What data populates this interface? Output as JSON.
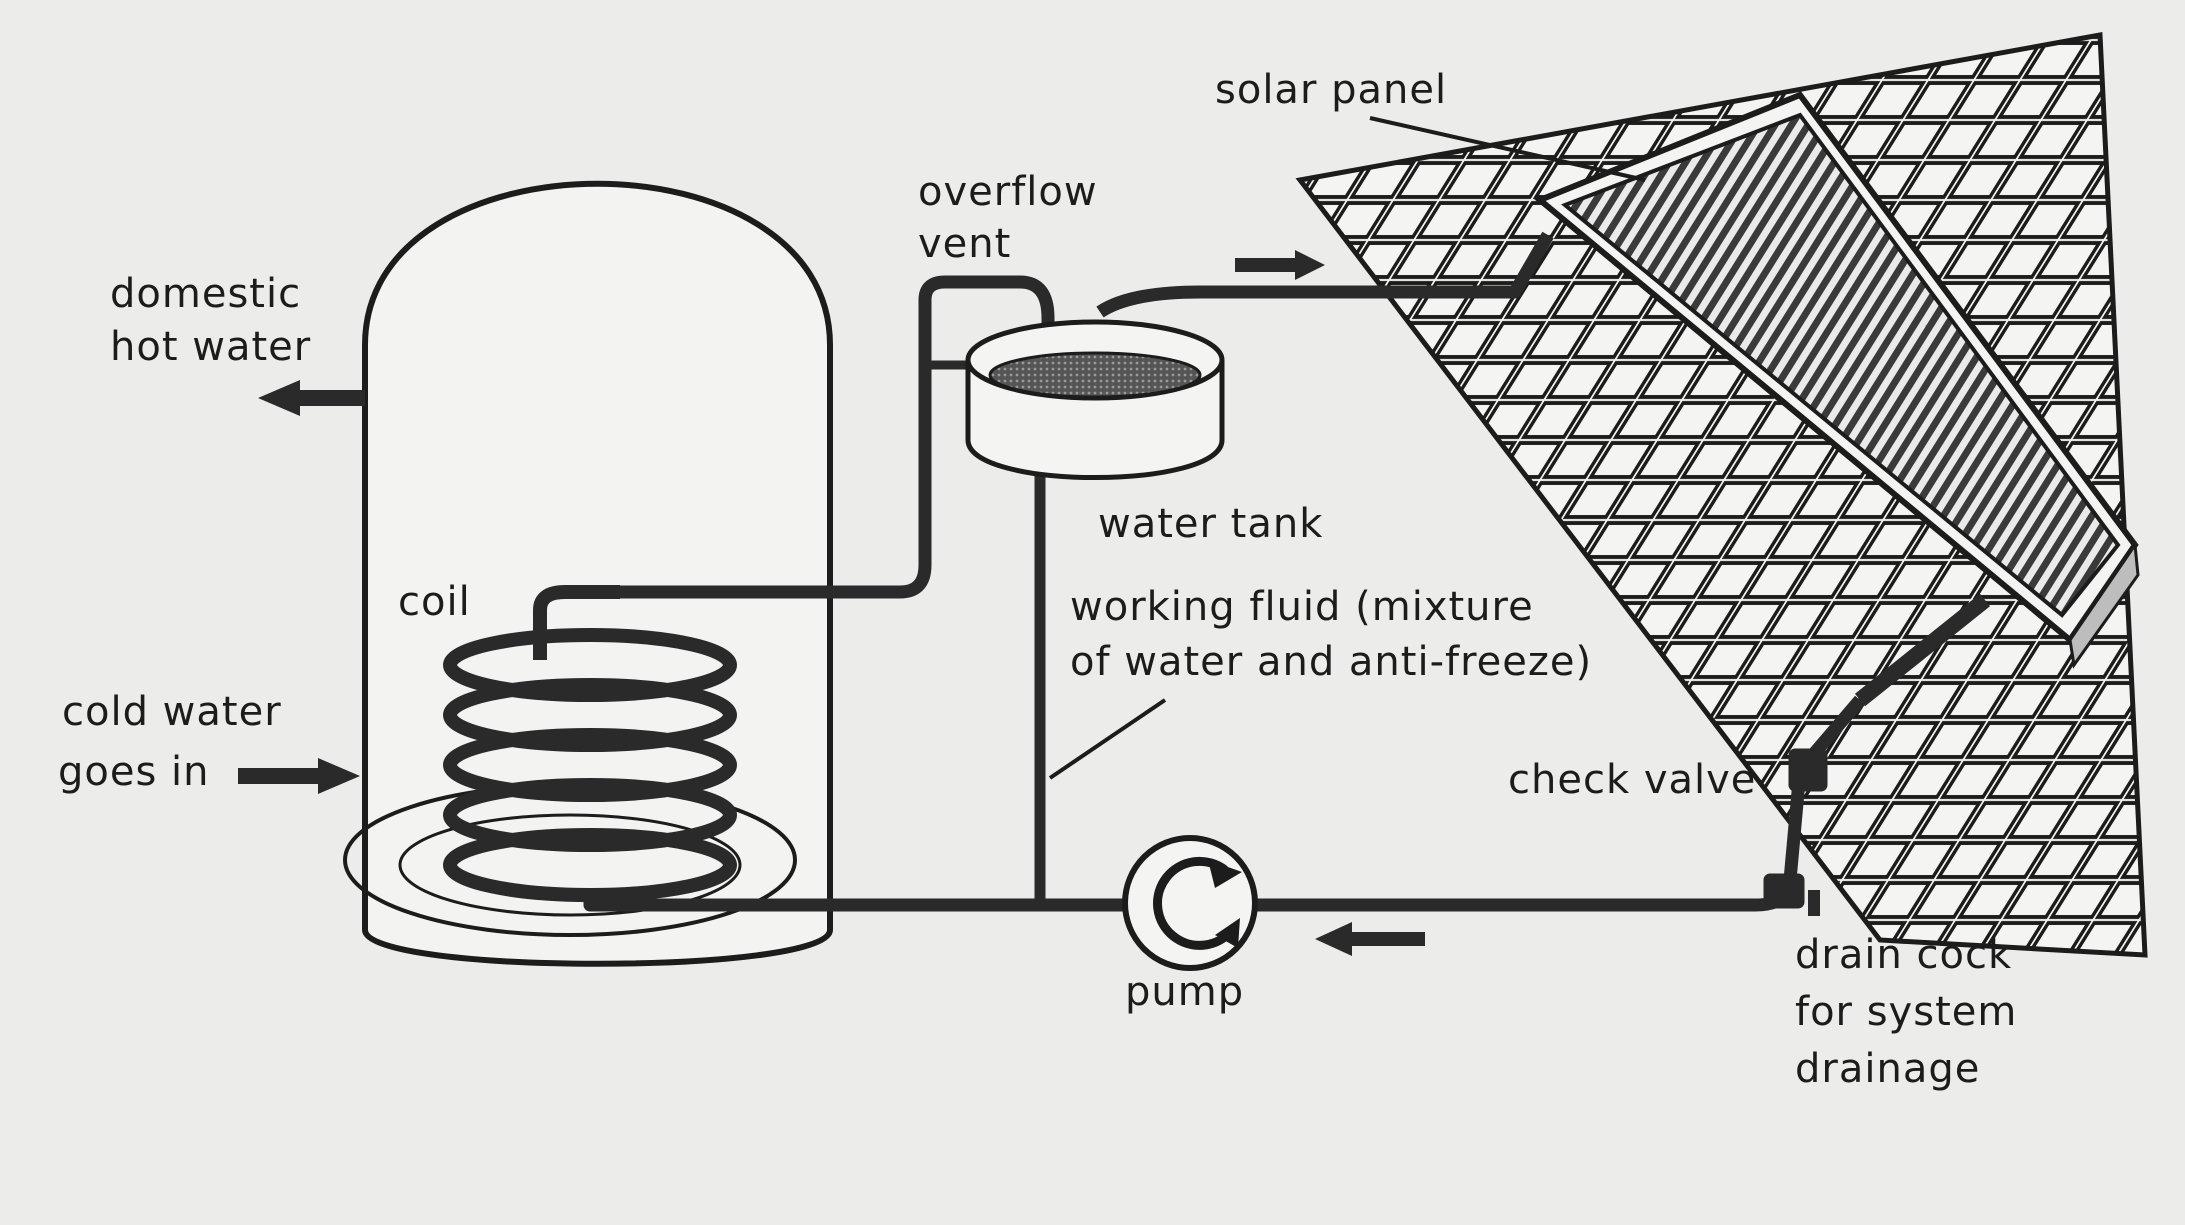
{
  "labels": {
    "solar_panel": "solar panel",
    "overflow_vent": [
      "overflow",
      "vent"
    ],
    "domestic_hot_water": [
      "domestic",
      "hot water"
    ],
    "water_tank": "water tank",
    "coil": "coil",
    "working_fluid": [
      "working fluid (mixture",
      "of water and anti-freeze)"
    ],
    "cold_water": [
      "cold water",
      "goes in"
    ],
    "check_valve": "check valve",
    "pump": "pump",
    "drain_cock": [
      "drain cock",
      "for system",
      "drainage"
    ]
  },
  "colors": {
    "background": "#ececea",
    "ink": "#1c1c1c",
    "pipe": "#2a2a2a"
  }
}
